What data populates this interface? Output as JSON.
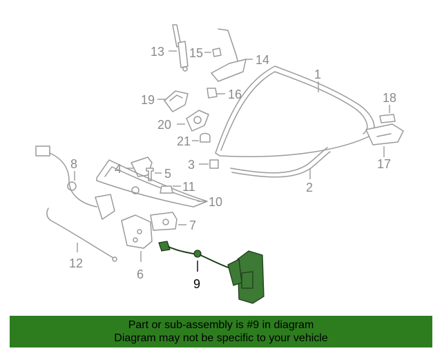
{
  "diagram": {
    "callouts": [
      {
        "id": "1",
        "label": "1"
      },
      {
        "id": "2",
        "label": "2"
      },
      {
        "id": "3",
        "label": "3"
      },
      {
        "id": "4",
        "label": "4"
      },
      {
        "id": "5",
        "label": "5"
      },
      {
        "id": "6",
        "label": "6"
      },
      {
        "id": "7",
        "label": "7"
      },
      {
        "id": "8",
        "label": "8"
      },
      {
        "id": "9",
        "label": "9"
      },
      {
        "id": "10",
        "label": "10"
      },
      {
        "id": "11",
        "label": "11"
      },
      {
        "id": "12",
        "label": "12"
      },
      {
        "id": "13",
        "label": "13"
      },
      {
        "id": "14",
        "label": "14"
      },
      {
        "id": "15",
        "label": "15"
      },
      {
        "id": "16",
        "label": "16"
      },
      {
        "id": "17",
        "label": "17"
      },
      {
        "id": "18",
        "label": "18"
      },
      {
        "id": "19",
        "label": "19"
      },
      {
        "id": "20",
        "label": "20"
      },
      {
        "id": "21",
        "label": "21"
      }
    ],
    "highlighted_part": "9",
    "colors": {
      "highlight_part": "#3d7a35",
      "banner": "#2d7d1f",
      "line_art": "#9a9a9a"
    }
  },
  "banner": {
    "line1": "Part or sub-assembly is #9 in diagram",
    "line2": "Diagram may not be specific to your vehicle"
  }
}
